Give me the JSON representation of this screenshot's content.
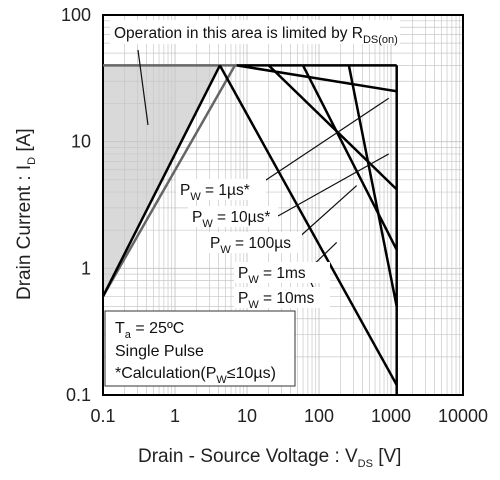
{
  "chart_data": {
    "type": "line",
    "xscale": "log",
    "yscale": "log",
    "xlim": [
      0.1,
      10000
    ],
    "ylim": [
      0.1,
      100
    ],
    "grid": true,
    "x_ticks": [
      "0.1",
      "1",
      "10",
      "100",
      "1000",
      "10000"
    ],
    "y_ticks": [
      "100",
      "10",
      "1",
      "0.1"
    ],
    "xlabel": {
      "main": "Drain - Source Voltage : V",
      "sub": "DS",
      "tail": " [V]"
    },
    "ylabel": {
      "main": "Drain Current : I",
      "sub": "D",
      "tail": " [A]"
    },
    "limit_note": {
      "main": "Operation in this area is limited by R",
      "sub": "DS(on)"
    },
    "note_box": {
      "line1_main": "T",
      "line1_sub": "a",
      "line1_tail": " = 25ºC",
      "line2": "Single Pulse",
      "line3_main": "*Calculation(P",
      "line3_sub": "W",
      "line3_tail": "≤10µs)"
    },
    "limits": {
      "current_max": 40,
      "voltage_max": 1200
    },
    "rds_on_limit": {
      "points": [
        [
          0.1,
          0.6
        ],
        [
          6.8,
          40
        ]
      ]
    },
    "rds_region": {
      "points": [
        [
          0.1,
          40
        ],
        [
          4.0,
          40
        ],
        [
          0.1,
          0.6
        ]
      ]
    },
    "series": [
      {
        "label_main": "P",
        "label_sub": "W",
        "label_tail": " = 1µs*",
        "points": [
          [
            7.2,
            40
          ],
          [
            1200,
            25
          ]
        ]
      },
      {
        "label_main": "P",
        "label_sub": "W",
        "label_tail": " = 10µs*",
        "points": [
          [
            20,
            40
          ],
          [
            1200,
            4.2
          ]
        ]
      },
      {
        "label_main": "P",
        "label_sub": "W",
        "label_tail": " = 100µs",
        "points": [
          [
            60,
            40
          ],
          [
            1200,
            1.4
          ]
        ]
      },
      {
        "label_main": "P",
        "label_sub": "W",
        "label_tail": " = 1ms",
        "points": [
          [
            260,
            40
          ],
          [
            1200,
            0.5
          ]
        ]
      },
      {
        "label_main": "P",
        "label_sub": "W",
        "label_tail": " = 10ms",
        "points": [
          [
            4.2,
            40
          ],
          [
            1200,
            0.12
          ]
        ]
      }
    ],
    "colors": {
      "curve": "#000000",
      "rds_line": "#666666",
      "region_fill": "#d9d9d9",
      "grid": "#c8c8c8",
      "frame": "#000000"
    }
  }
}
